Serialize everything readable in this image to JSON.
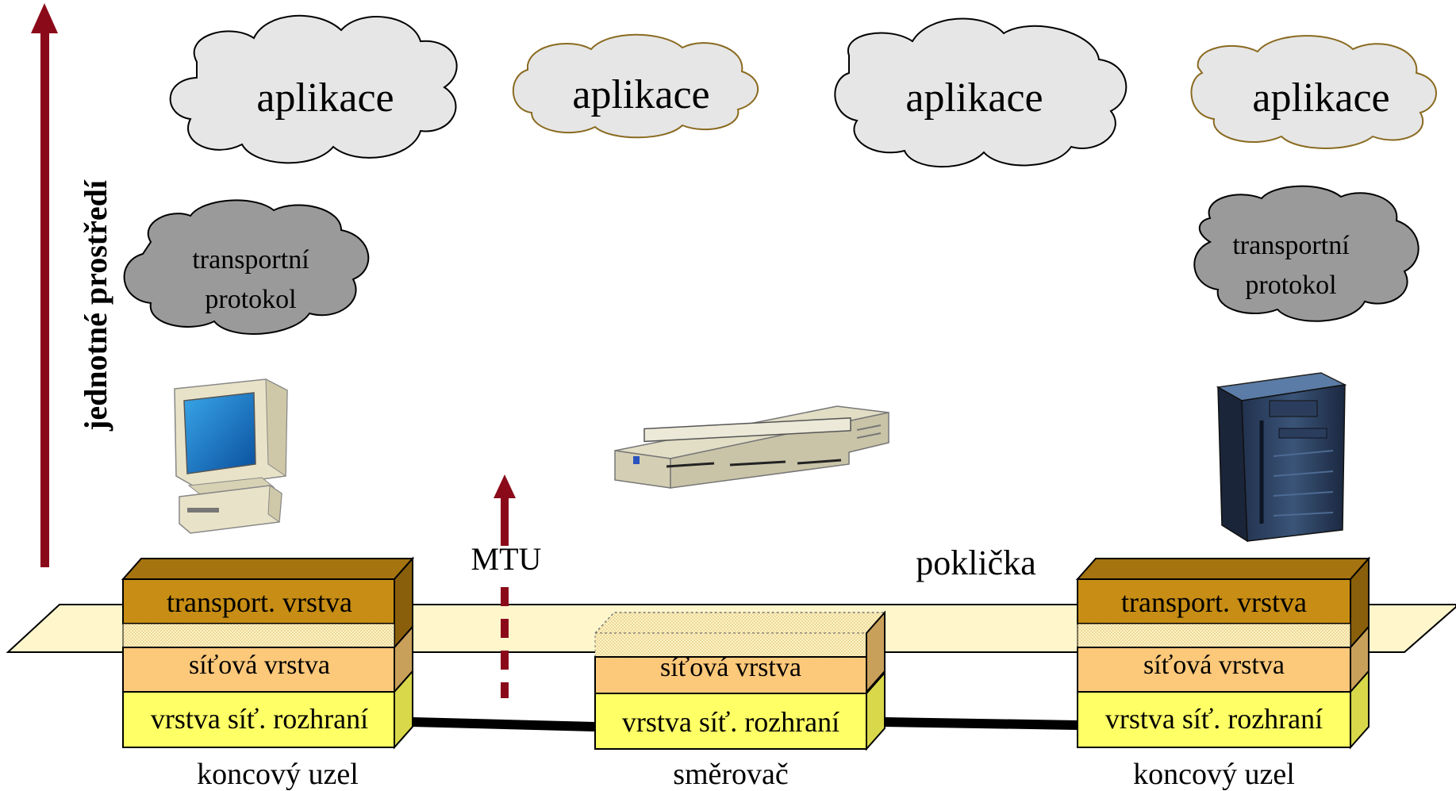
{
  "side_label": "jednotné prostředí",
  "app_clouds": [
    "aplikace",
    "aplikace",
    "aplikace",
    "aplikace"
  ],
  "transport_clouds": [
    {
      "line1": "transportní",
      "line2": "protokol"
    },
    {
      "line1": "transportní",
      "line2": "protokol"
    }
  ],
  "layers": {
    "transport": "transport. vrstva",
    "network": "síťová vrstva",
    "interface": "vrstva síť. rozhraní"
  },
  "mtu_label": "MTU",
  "lid_label": "poklička",
  "nodes": {
    "left": "koncový uzel",
    "middle": "směrovač",
    "right": "koncový uzel"
  },
  "colors": {
    "arrow": "#8b0a1a",
    "transport_layer": "#c78d14",
    "network_layer": "#fcc87a",
    "interface_layer": "#ffff66",
    "plane": "#fff6cc",
    "cloud_light": "#e6e6e6",
    "cloud_dark": "#9a9a9a"
  }
}
